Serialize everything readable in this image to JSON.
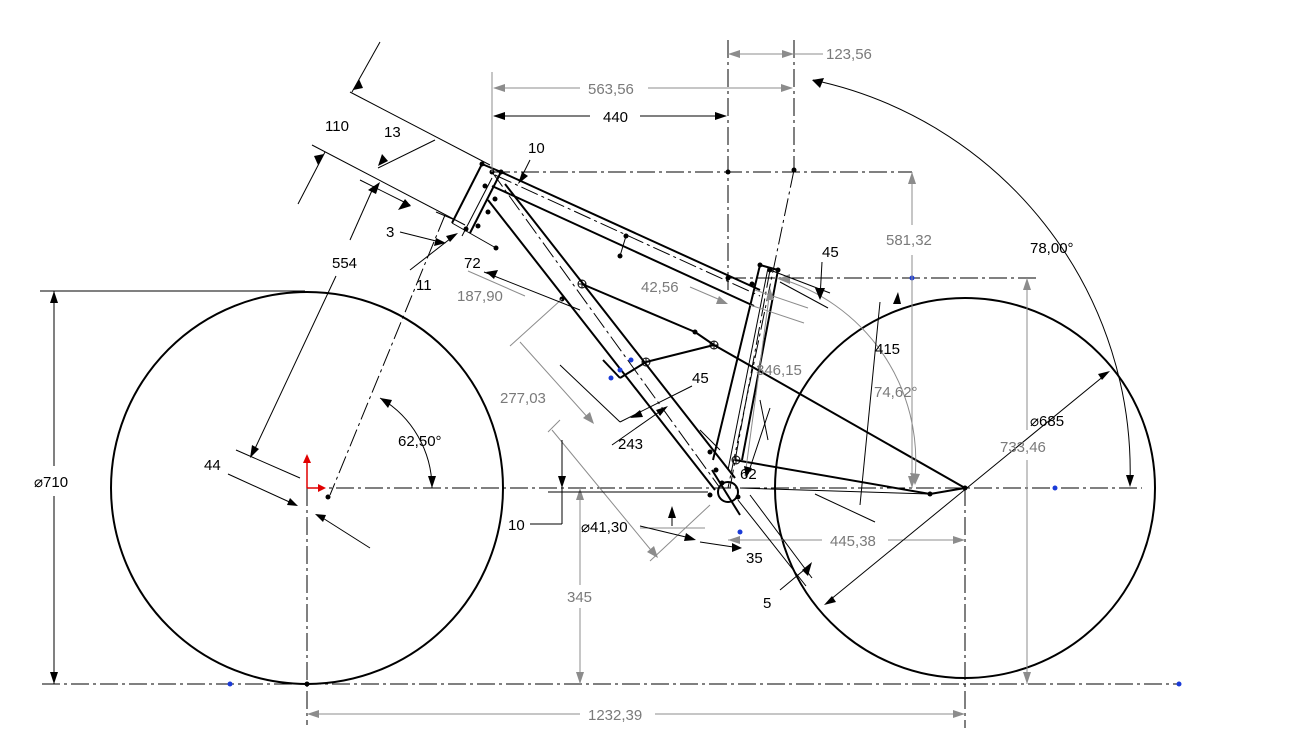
{
  "dimensions": {
    "d_123_56": "123,56",
    "d_563_56": "563,56",
    "d_440": "440",
    "d_110": "110",
    "d_13": "13",
    "d_10_top": "10",
    "d_3": "3",
    "d_11": "11",
    "d_554": "554",
    "d_72": "72",
    "d_187_90": "187,90",
    "d_581_32": "581,32",
    "d_45_top": "45",
    "d_78": "78,00°",
    "d_42_56": "42,56",
    "d_415": "415",
    "d_74_62": "74,62°",
    "d_346_15": "346,15",
    "d_45_mid": "45",
    "d_685": "685",
    "d_733_46": "733,46",
    "d_277_03": "277,03",
    "d_62_50": "62,50°",
    "d_243": "243",
    "d_62": "62",
    "d_710": "710",
    "d_44": "44",
    "d_10_bb": "10",
    "d_41_30": "41,30",
    "d_35": "35",
    "d_445_38": "445,38",
    "d_5": "5",
    "d_345": "345",
    "d_1232_39": "1232,39"
  },
  "symbols": {
    "diameter": "⌀"
  },
  "colors": {
    "geometry": "#000000",
    "driven_dimension": "#8c8c8c",
    "sketch_point": "#1a3bd8",
    "origin": "#e00000"
  }
}
